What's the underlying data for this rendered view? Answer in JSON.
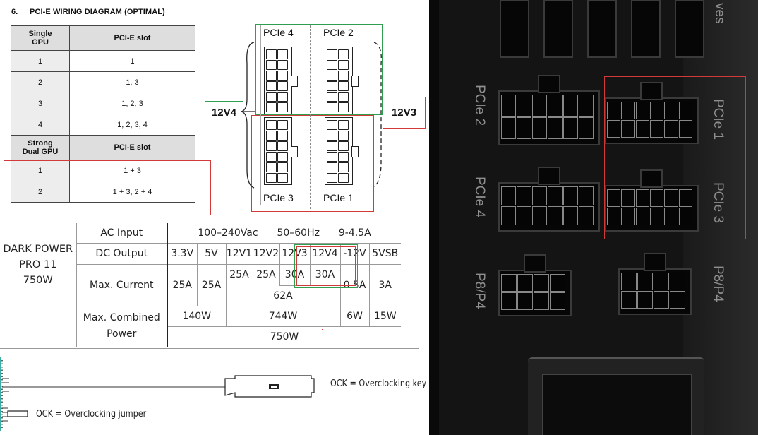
{
  "heading": {
    "number": "6.",
    "title": "PCI-E WIRING DIAGRAM (OPTIMAL)"
  },
  "gpu_table": {
    "single_header": [
      "Single",
      "GPU",
      "PCI-E slot"
    ],
    "single_rows": [
      [
        "1",
        "1"
      ],
      [
        "2",
        "1, 3"
      ],
      [
        "3",
        "1, 2, 3"
      ],
      [
        "4",
        "1, 2, 3, 4"
      ]
    ],
    "dual_header": [
      "Strong",
      "Dual GPU",
      "PCI-E slot"
    ],
    "dual_rows": [
      [
        "1",
        "1 + 3"
      ],
      [
        "2",
        "1 + 3, 2 + 4"
      ]
    ]
  },
  "diagram": {
    "labels": {
      "pcie4": "PCIe 4",
      "pcie2": "PCIe 2",
      "pcie3": "PCIe 3",
      "pcie1": "PCIe 1"
    },
    "rail_left": "12V4",
    "rail_right": "12V3",
    "colors": {
      "green": "#2f9e4f",
      "red": "#d23a3a",
      "teal": "#3aaea3"
    }
  },
  "spec": {
    "model": [
      "DARK POWER",
      "PRO 11",
      "750W"
    ],
    "ac_input": {
      "label": "AC Input",
      "voltage": "100–240Vac",
      "frequency": "50–60Hz",
      "current": "9-4.5A"
    },
    "dc_output": {
      "label": "DC Output",
      "rails": [
        "3.3V",
        "5V",
        "12V1",
        "12V2",
        "12V3",
        "12V4",
        "-12V",
        "5VSB"
      ]
    },
    "max_current": {
      "label": "Max. Current",
      "v33": "25A",
      "v5": "25A",
      "v12_1": "25A",
      "v12_2": "25A",
      "v12_3": "30A",
      "v12_4": "30A",
      "v12_combined": "62A",
      "vneg12": "0.5A",
      "v5sb": "3A"
    },
    "max_power": {
      "label": [
        "Max. Combined",
        "Power"
      ],
      "p33_5": "140W",
      "p12": "744W",
      "pneg12": "6W",
      "p5sb": "15W",
      "total": "750W"
    }
  },
  "ock": {
    "key_label": "OCK = Overclocking key",
    "jumper_label": "OCK = Overclocking jumper"
  },
  "photo": {
    "labels": {
      "left_top": "PCIe 2",
      "left_bottom": "PCIe 4",
      "right_top": "PCIe 1",
      "right_bottom": "PCIe 3",
      "lower_left": "P8/P4",
      "lower_right": "P8/P4",
      "top_right": "ves"
    }
  }
}
